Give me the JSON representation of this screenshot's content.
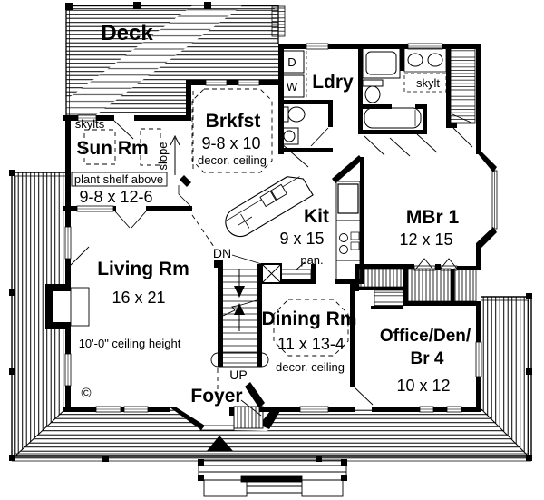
{
  "colors": {
    "ink": "#000000",
    "paper": "#ffffff",
    "hatch": "#000000"
  },
  "rooms": {
    "deck": {
      "name": "Deck"
    },
    "sun": {
      "name": "Sun Rm",
      "dim": "9-8 x 12-6",
      "skylights": "skylts",
      "plant_shelf": "plant shelf above",
      "slope": "slope"
    },
    "brkfst": {
      "name": "Brkfst",
      "dim": "9-8 x 10",
      "ceiling": "decor. ceiling"
    },
    "ldry": {
      "name": "Ldry",
      "dryer": "D",
      "washer": "W"
    },
    "bath": {
      "skylight": "skylt"
    },
    "kit": {
      "name": "Kit",
      "dim": "9 x 15",
      "pantry": "pan."
    },
    "mbr": {
      "name": "MBr  1",
      "dim": "12 x 15"
    },
    "living": {
      "name": "Living Rm",
      "dim": "16 x 21",
      "ceiling": "10'-0\" ceiling height"
    },
    "dining": {
      "name": "Dining Rm",
      "dim": "11 x 13-4",
      "ceiling": "decor. ceiling"
    },
    "office": {
      "name": "Office/Den/",
      "name2": "Br 4",
      "dim": "10 x 12"
    },
    "foyer": {
      "name": "Foyer"
    },
    "stairs": {
      "down": "DN",
      "up": "UP"
    }
  },
  "copyright": "©"
}
